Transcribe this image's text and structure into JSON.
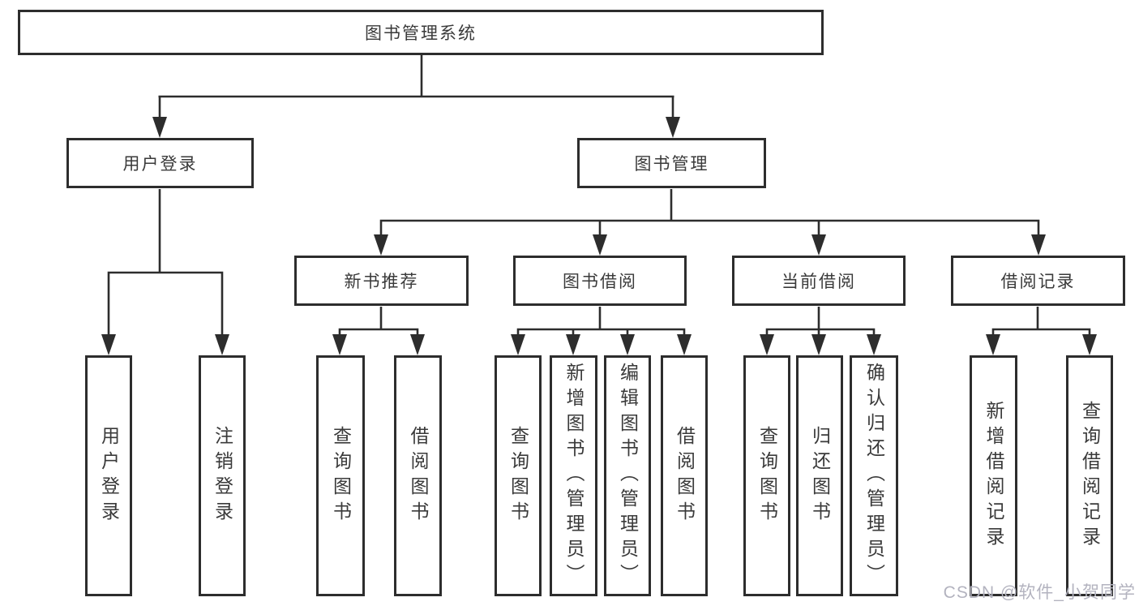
{
  "colors": {
    "line": "#2d2d2d",
    "node_border": "#2d2d2d",
    "text": "#3a3a3a",
    "watermark_text": "#b3b3bf",
    "background": "#ffffff"
  },
  "watermark": {
    "text": "CSDN @软件_小贺同学"
  },
  "diagram": {
    "root": {
      "label": "图书管理系统"
    },
    "branches": [
      {
        "label": "用户登录",
        "children": [
          {
            "label": "用户登录"
          },
          {
            "label": "注销登录"
          }
        ]
      },
      {
        "label": "图书管理",
        "children": [
          {
            "label": "新书推荐",
            "children": [
              {
                "label": "查询图书"
              },
              {
                "label": "借阅图书"
              }
            ]
          },
          {
            "label": "图书借阅",
            "children": [
              {
                "label": "查询图书"
              },
              {
                "label": "新增图书（管理员）"
              },
              {
                "label": "编辑图书（管理员）"
              },
              {
                "label": "借阅图书"
              }
            ]
          },
          {
            "label": "当前借阅",
            "children": [
              {
                "label": "查询图书"
              },
              {
                "label": "归还图书"
              },
              {
                "label": "确认归还（管理员）"
              }
            ]
          },
          {
            "label": "借阅记录",
            "children": [
              {
                "label": "新增借阅记录"
              },
              {
                "label": "查询借阅记录"
              }
            ]
          }
        ]
      }
    ]
  }
}
